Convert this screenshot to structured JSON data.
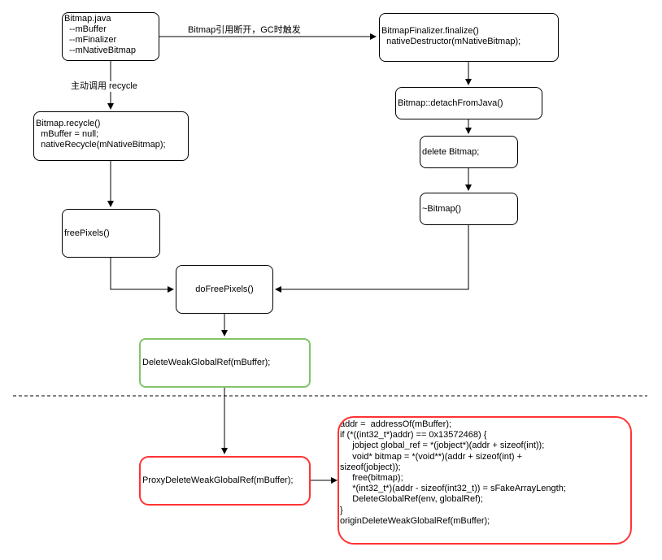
{
  "nodes": {
    "bitmap_java": "Bitmap.java\n  --mBuffer\n  --mFinalizer\n  --mNativeBitmap",
    "finalizer": "BitmapFinalizer.finalize()\n  nativeDestructor(mNativeBitmap);",
    "detach": "Bitmap::detachFromJava()",
    "delete_bitmap": "delete Bitmap;",
    "destructor": "~Bitmap()",
    "recycle": "Bitmap.recycle()\n  mBuffer = null;\n  nativeRecycle(mNativeBitmap);",
    "free_pixels": "freePixels()",
    "do_free_pixels": "doFreePixels()",
    "delete_weak": "DeleteWeakGlobalRef(mBuffer);",
    "proxy_delete": "ProxyDeleteWeakGlobalRef(mBuffer);",
    "code": "addr =  addressOf(mBuffer);\nif (*((int32_t*)addr) == 0x13572468) {\n     jobject global_ref = *(jobject*)(addr + sizeof(int));\n     void* bitmap = *(void**)(addr + sizeof(int) +\nsizeof(jobject));\n     free(bitmap);\n     *(int32_t*)(addr - sizeof(int32_t)) = sFakeArrayLength;\n     DeleteGlobalRef(env, globalRef);\n}\noriginDeleteWeakGlobalRef(mBuffer);"
  },
  "labels": {
    "gc_trigger": "Bitmap引用断开，GC时触发",
    "active_recycle": "主动调用 recycle"
  },
  "colors": {
    "stroke": "#000000",
    "highlight_green": "#82c46c",
    "highlight_red": "#ff3333",
    "separator": "#000000"
  }
}
